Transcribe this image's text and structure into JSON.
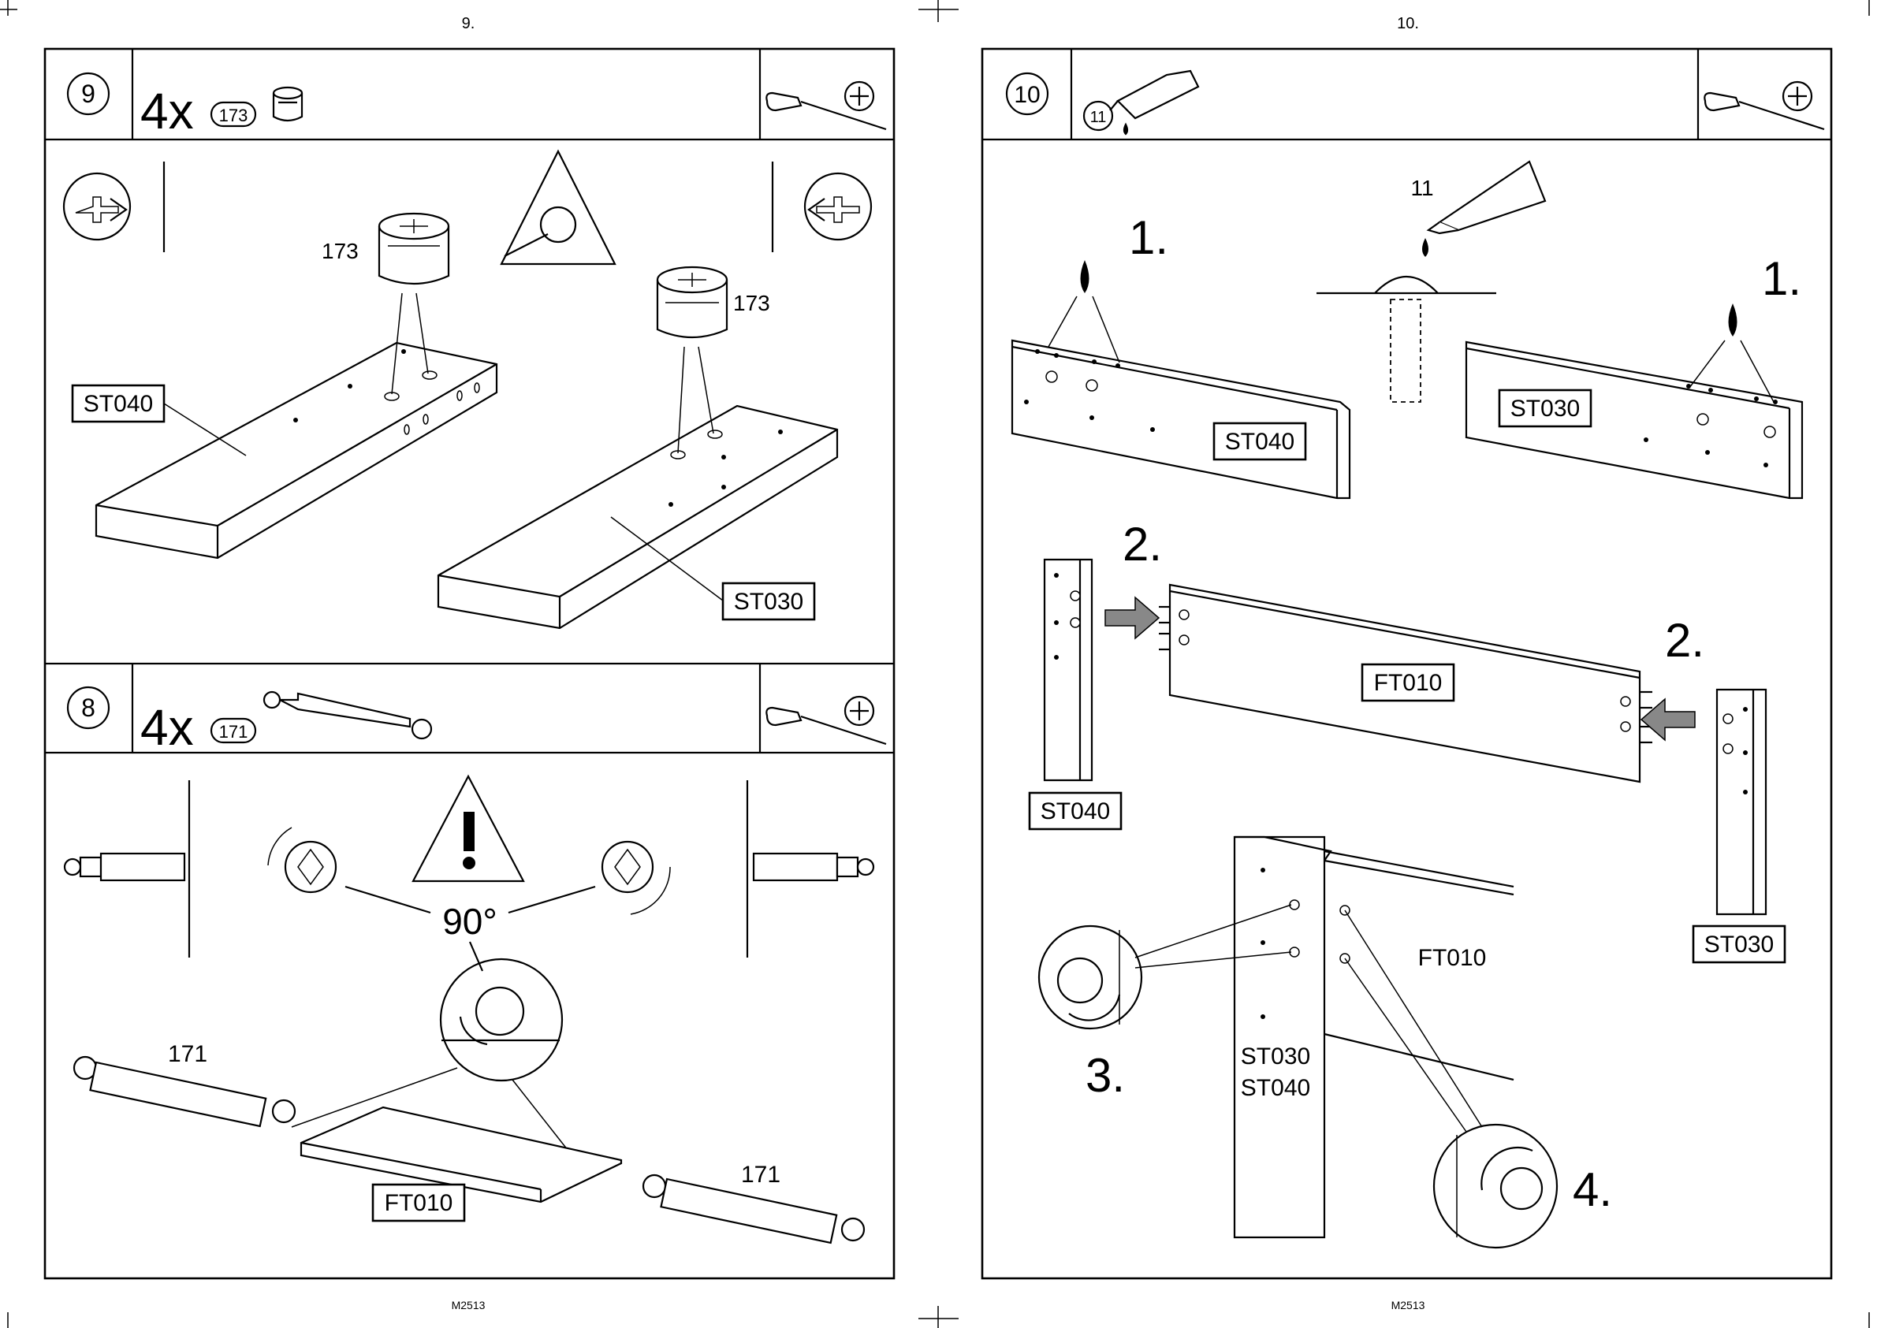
{
  "pages": [
    {
      "number": "9.",
      "footer": "M2513"
    },
    {
      "number": "10.",
      "footer": "M2513"
    }
  ],
  "steps": [
    {
      "number": "9",
      "quantity": "4x",
      "part": "173",
      "tool": "phillips-screwdriver"
    },
    {
      "number": "8",
      "quantity": "4x",
      "part": "171",
      "tool": "phillips-screwdriver"
    },
    {
      "number": "10",
      "part": "11",
      "tool": "phillips-screwdriver"
    }
  ],
  "step9": {
    "label_a": "ST040",
    "label_b": "ST030",
    "part_a": "173",
    "part_b": "173"
  },
  "step8": {
    "angle": "90°",
    "label": "FT010",
    "part_a": "171",
    "part_b": "171"
  },
  "step10": {
    "glue_part": "11",
    "sub1_left": "1.",
    "sub1_right": "1.",
    "sub2_left": "2.",
    "sub2_right": "2.",
    "sub3": "3.",
    "sub4": "4.",
    "label_st040": "ST040",
    "label_st030": "ST030",
    "label_ft010": "FT010",
    "label_st040_b": "ST040",
    "label_st030_b": "ST030",
    "detail_ft010": "FT010",
    "detail_st030": "ST030",
    "detail_st040": "ST040"
  }
}
